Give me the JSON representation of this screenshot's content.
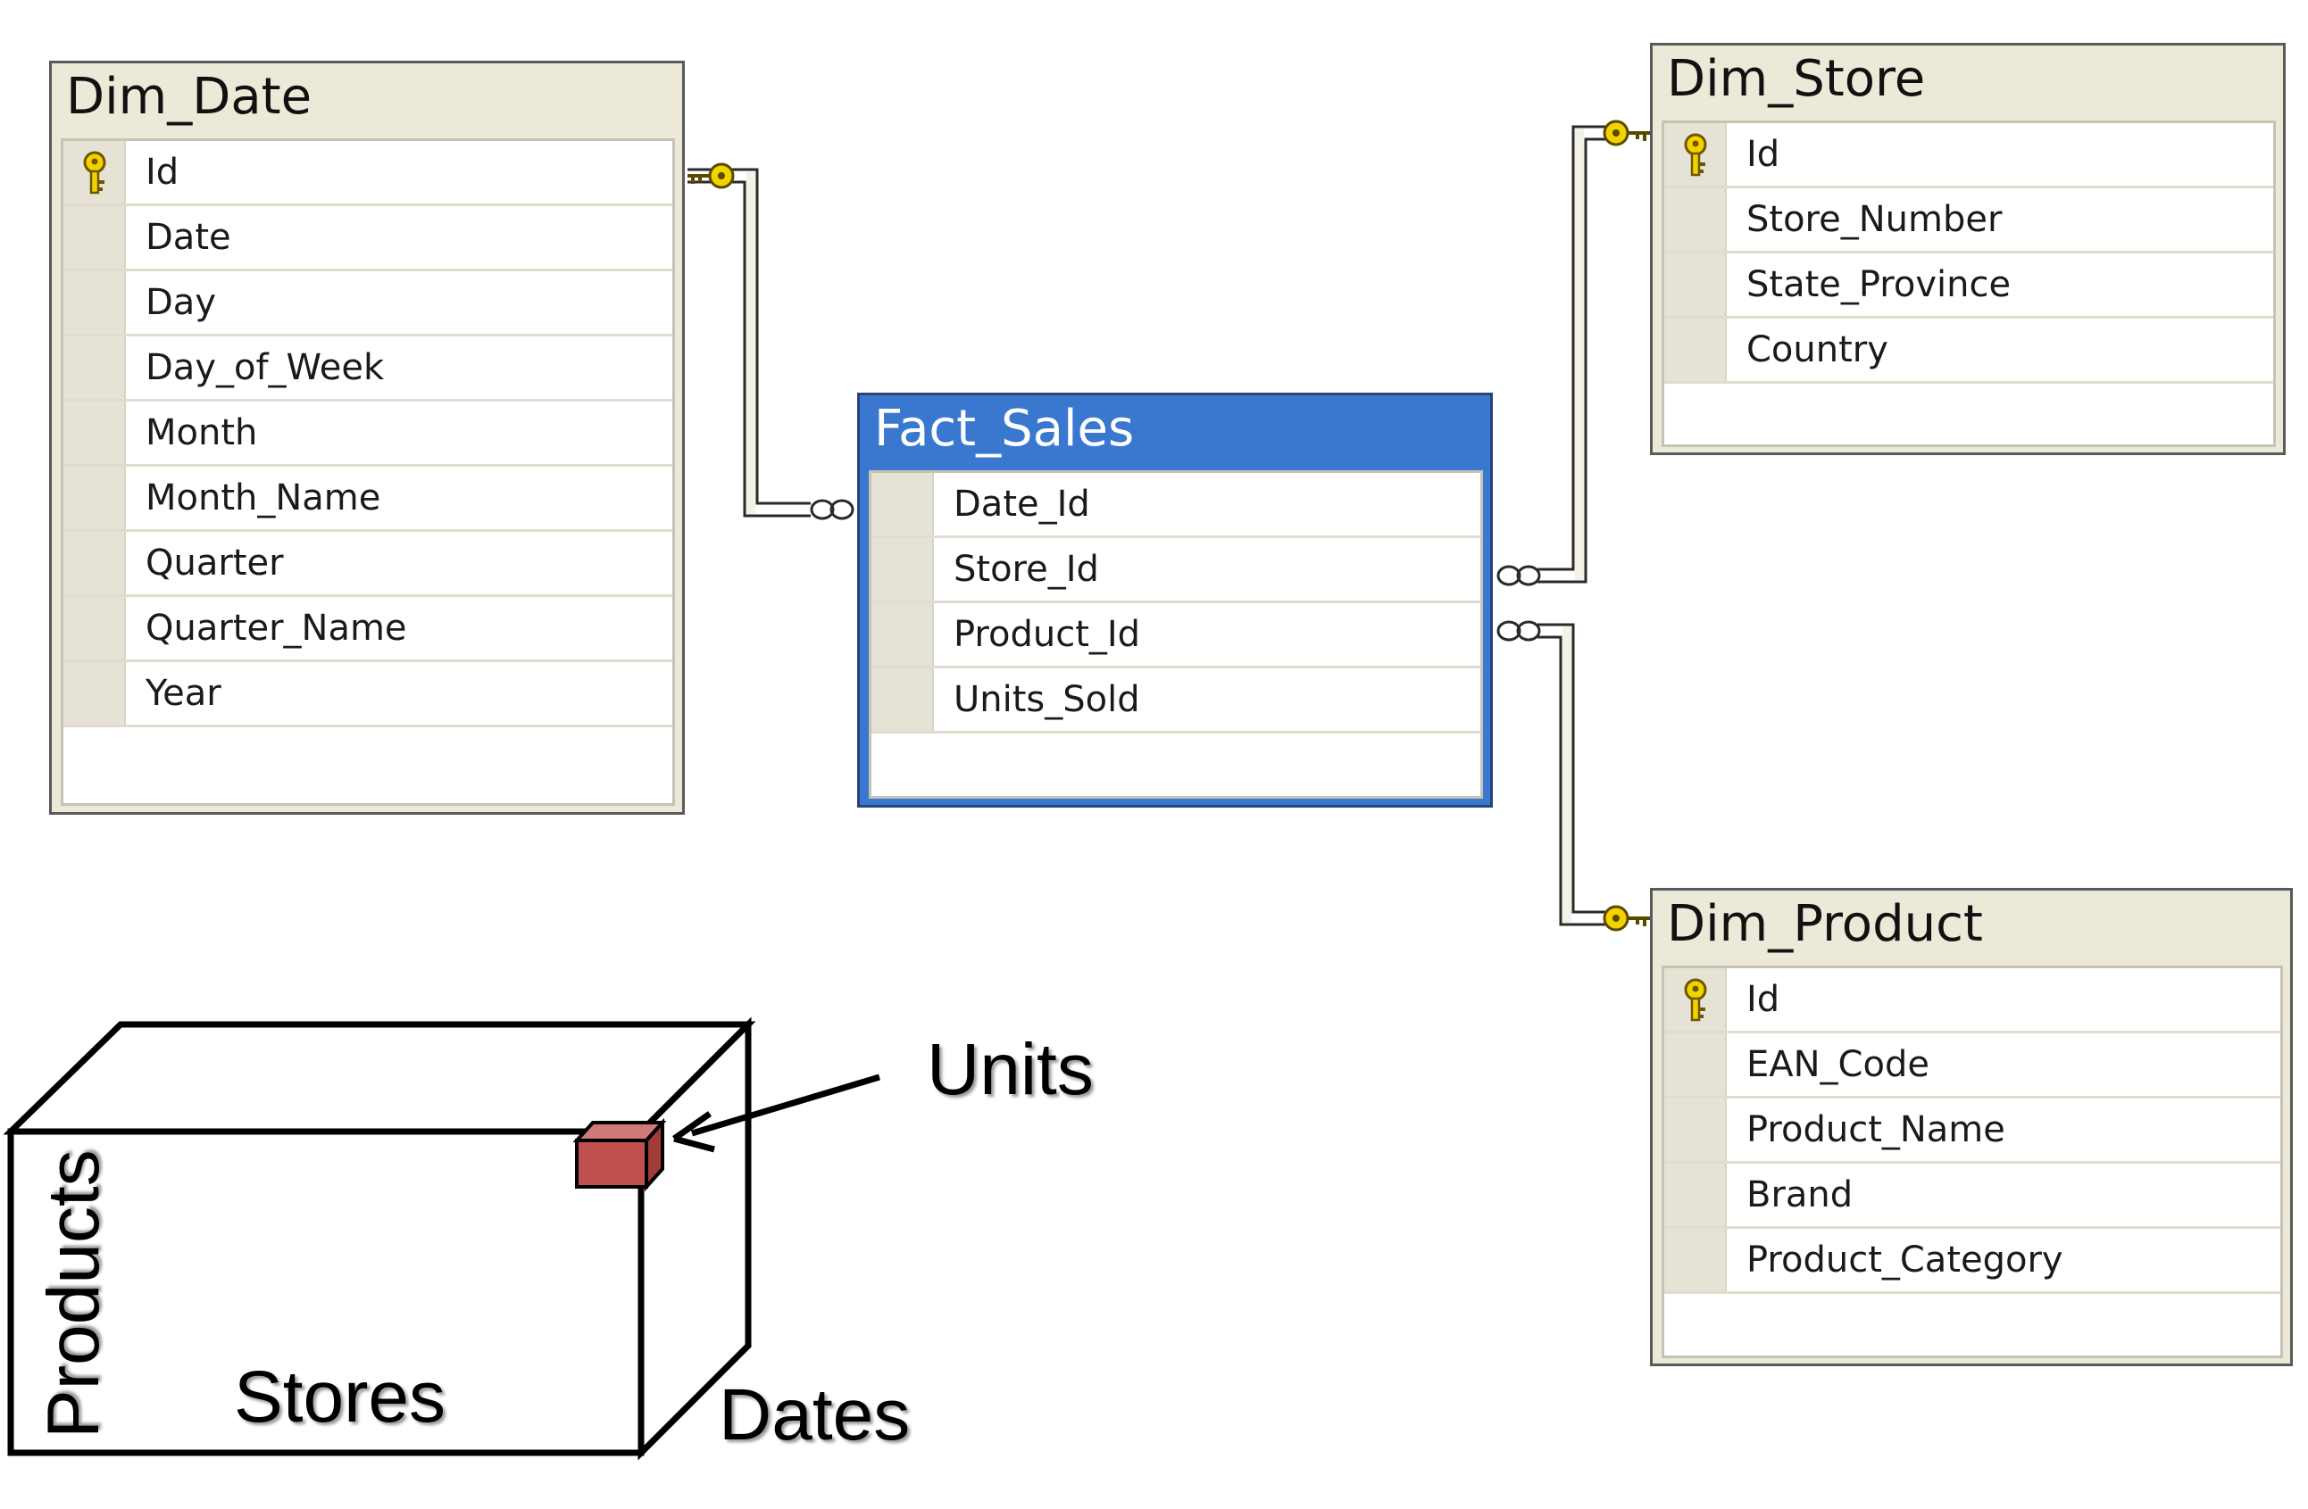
{
  "tables": {
    "dim_date": {
      "title": "Dim_Date",
      "fields": [
        "Id",
        "Date",
        "Day",
        "Day_of_Week",
        "Month",
        "Month_Name",
        "Quarter",
        "Quarter_Name",
        "Year"
      ]
    },
    "fact_sales": {
      "title": "Fact_Sales",
      "fields": [
        "Date_Id",
        "Store_Id",
        "Product_Id",
        "Units_Sold"
      ]
    },
    "dim_store": {
      "title": "Dim_Store",
      "fields": [
        "Id",
        "Store_Number",
        "State_Province",
        "Country"
      ]
    },
    "dim_product": {
      "title": "Dim_Product",
      "fields": [
        "Id",
        "EAN_Code",
        "Product_Name",
        "Brand",
        "Product_Category"
      ]
    }
  },
  "cube": {
    "units_label": "Units",
    "products_label": "Products",
    "stores_label": "Stores",
    "dates_label": "Dates"
  },
  "colors": {
    "fact_header": "#3a78cf",
    "dim_header": "#ece9d8",
    "key": "#f2d200",
    "cell": "#c0504d"
  },
  "icons": {
    "primary_key": "key-icon",
    "many_end": "infinity-icon",
    "one_end": "key-icon"
  }
}
